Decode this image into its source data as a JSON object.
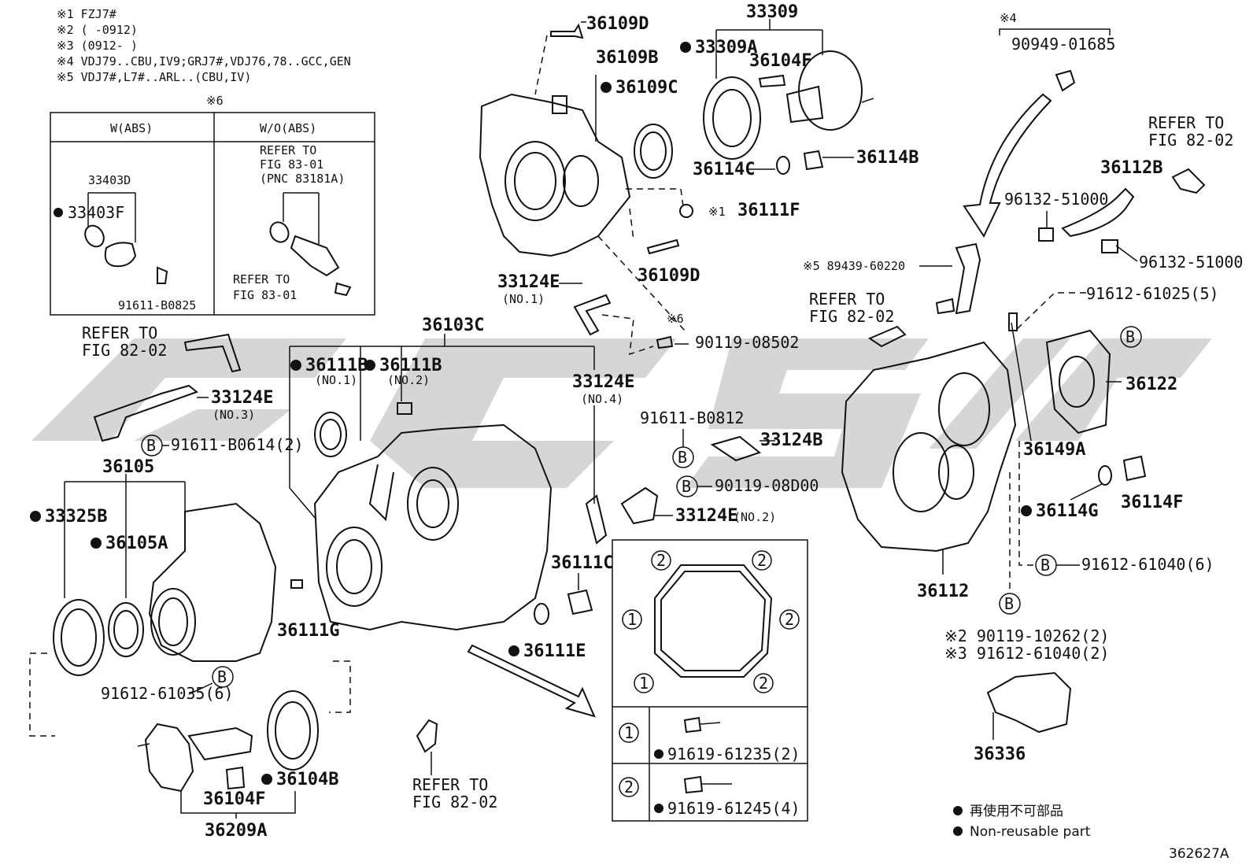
{
  "notes": {
    "n1": "※1 FZJ7#",
    "n2": "※2 (      -0912)",
    "n3": "※3 (0912-      )",
    "n4": "※4 VDJ79..CBU,IV9;GRJ7#,VDJ76,78..GCC,GEN",
    "n5": "※5 VDJ7#,L7#..ARL..(CBU,IV)"
  },
  "abs_table": {
    "header_mark": "※6",
    "col_w": "W(ABS)",
    "col_wo": "W/O(ABS)",
    "ref1_line1": "REFER TO",
    "ref1_line2": "FIG 83-01",
    "ref1_line3": "(PNC 83181A)",
    "ref2_line1": "REFER TO",
    "ref2_line2": "FIG 83-01",
    "p33403D": "33403D",
    "p33403F": "33403F",
    "p91611B0825": "91611-B0825"
  },
  "labels": {
    "p36109D_top": "36109D",
    "p36109B": "36109B",
    "p36109C": "36109C",
    "p33309": "33309",
    "p33309A": "33309A",
    "p36104F_top": "36104F",
    "p36114C": "36114C",
    "p36114B": "36114B",
    "p36111F": "36111F",
    "mark1": "※1",
    "p36109D_mid": "36109D",
    "mark4": "※4",
    "p90949": "90949-01685",
    "ref_82_02_a1": "REFER TO",
    "ref_82_02_a2": "FIG 82-02",
    "p36112B": "36112B",
    "p96132a": "96132-51000",
    "p96132b": "96132-51000",
    "p89439": "※5 89439-60220",
    "p91612_61025": "91612-61025(5)",
    "ref_82_02_b1": "REFER TO",
    "ref_82_02_b2": "FIG 82-02",
    "p36122": "36122",
    "p36149A": "36149A",
    "p33124E_no1": "33124E",
    "no1": "(NO.1)",
    "mark6": "※6",
    "p90119_08502": "90119-08502",
    "p36103C": "36103C",
    "p36111B_a": "36111B",
    "no1b": "(NO.1)",
    "p36111B_b": "36111B",
    "no2b": "(NO.2)",
    "p33124E_no4": "33124E",
    "no4": "(NO.4)",
    "ref_82_02_c1": "REFER TO",
    "ref_82_02_c2": "FIG 82-02",
    "p33124E_no3": "33124E",
    "no3": "(NO.3)",
    "p91611_B0614": "91611-B0614(2)",
    "p91611_B0812": "91611-B0812",
    "p33124B": "33124B",
    "p90119_08D00": "90119-08D00",
    "p33124E_no2": "33124E",
    "no2": "(NO.2)",
    "p36105": "36105",
    "p33325B": "33325B",
    "p36105A": "36105A",
    "p36111C": "36111C",
    "p36111G": "36111G",
    "p36111E": "36111E",
    "p91612_61035": "91612-61035(6)",
    "p36114G": "36114G",
    "p36114F": "36114F",
    "p91612_61040": "91612-61040(6)",
    "p36112": "36112",
    "p90119_10262": "※2 90119-10262(2)",
    "p91612_61040b": "※3 91612-61040(2)",
    "p36336": "36336",
    "p36104B": "36104B",
    "p36104F_bot": "36104F",
    "p36209A": "36209A",
    "ref_82_02_d1": "REFER TO",
    "ref_82_02_d2": "FIG 82-02",
    "bolt1": "91619-61235(2)",
    "bolt2": "91619-61245(4)",
    "circle_b": "B",
    "circle_1": "1",
    "circle_2": "2"
  },
  "legend": {
    "line1": "再使用不可部品",
    "line2": "Non-reusable part"
  },
  "figure_id": "362627A",
  "watermark_color": "#cfcfcf"
}
